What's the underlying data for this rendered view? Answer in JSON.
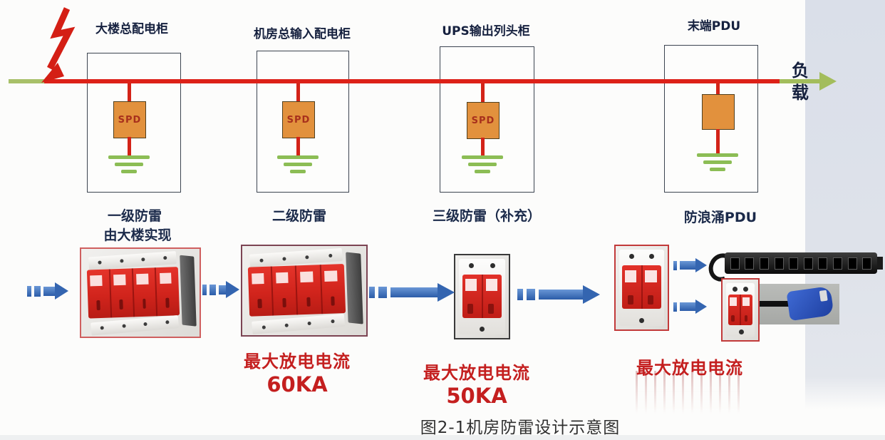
{
  "diagram": {
    "caption": "图2-1机房防雷设计示意图",
    "load_label": "负载",
    "load_chars": [
      "负",
      "载"
    ],
    "spd": {
      "label": "SPD"
    },
    "cabinets": [
      {
        "label": "大楼总配电柜",
        "level": "一级防雷",
        "note": "由大楼实现"
      },
      {
        "label": "机房总输入配电柜",
        "level": "二级防雷"
      },
      {
        "label": "UPS输出列头柜",
        "level": "三级防雷（补充）"
      },
      {
        "label": "末端PDU",
        "level": "防浪涌PDU"
      }
    ],
    "ratings": [
      {
        "title": "最大放电电流",
        "value": "60KA"
      },
      {
        "title": "最大放电电流",
        "value": "50KA"
      },
      {
        "title": "最大放电电流",
        "value": ""
      }
    ],
    "colors": {
      "bus_red": "#dd2118",
      "ground_green": "#8cbd55",
      "line_green": "#a3bd5c",
      "spd_orange": "#e2913d",
      "arrow_blue": "#2b5ca8",
      "label_navy": "#16213f",
      "rating_red": "#c41f1f",
      "device_red": "#d1241c",
      "band_gray": "#dee2ea"
    }
  }
}
